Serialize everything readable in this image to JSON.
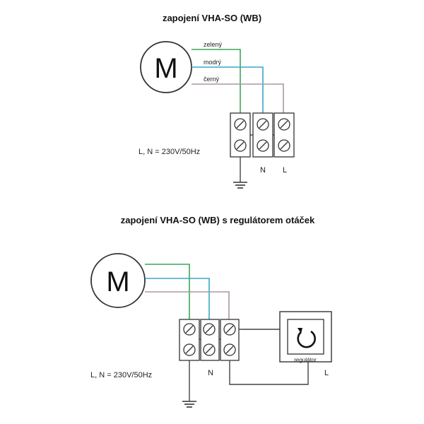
{
  "diagram1": {
    "title": "zapojení VHA-SO (WB)",
    "motor_letter": "M",
    "wires": [
      "zelený",
      "modrý",
      "černý"
    ],
    "supply": "L, N = 230V/50Hz",
    "terminal_n": "N",
    "terminal_l": "L"
  },
  "diagram2": {
    "title": "zapojení VHA-SO (WB)  s regulátorem otáček",
    "motor_letter": "M",
    "supply": "L, N = 230V/50Hz",
    "terminal_n": "N",
    "terminal_l": "L",
    "regulator_label": "regulátor"
  },
  "colors": {
    "green_wire": "#3aa655",
    "blue_wire": "#39a6c8",
    "black_wire": "#a89aa0"
  },
  "icons": [
    "motor-icon",
    "ground-icon",
    "rotation-icon",
    "screw-terminal-icon"
  ]
}
